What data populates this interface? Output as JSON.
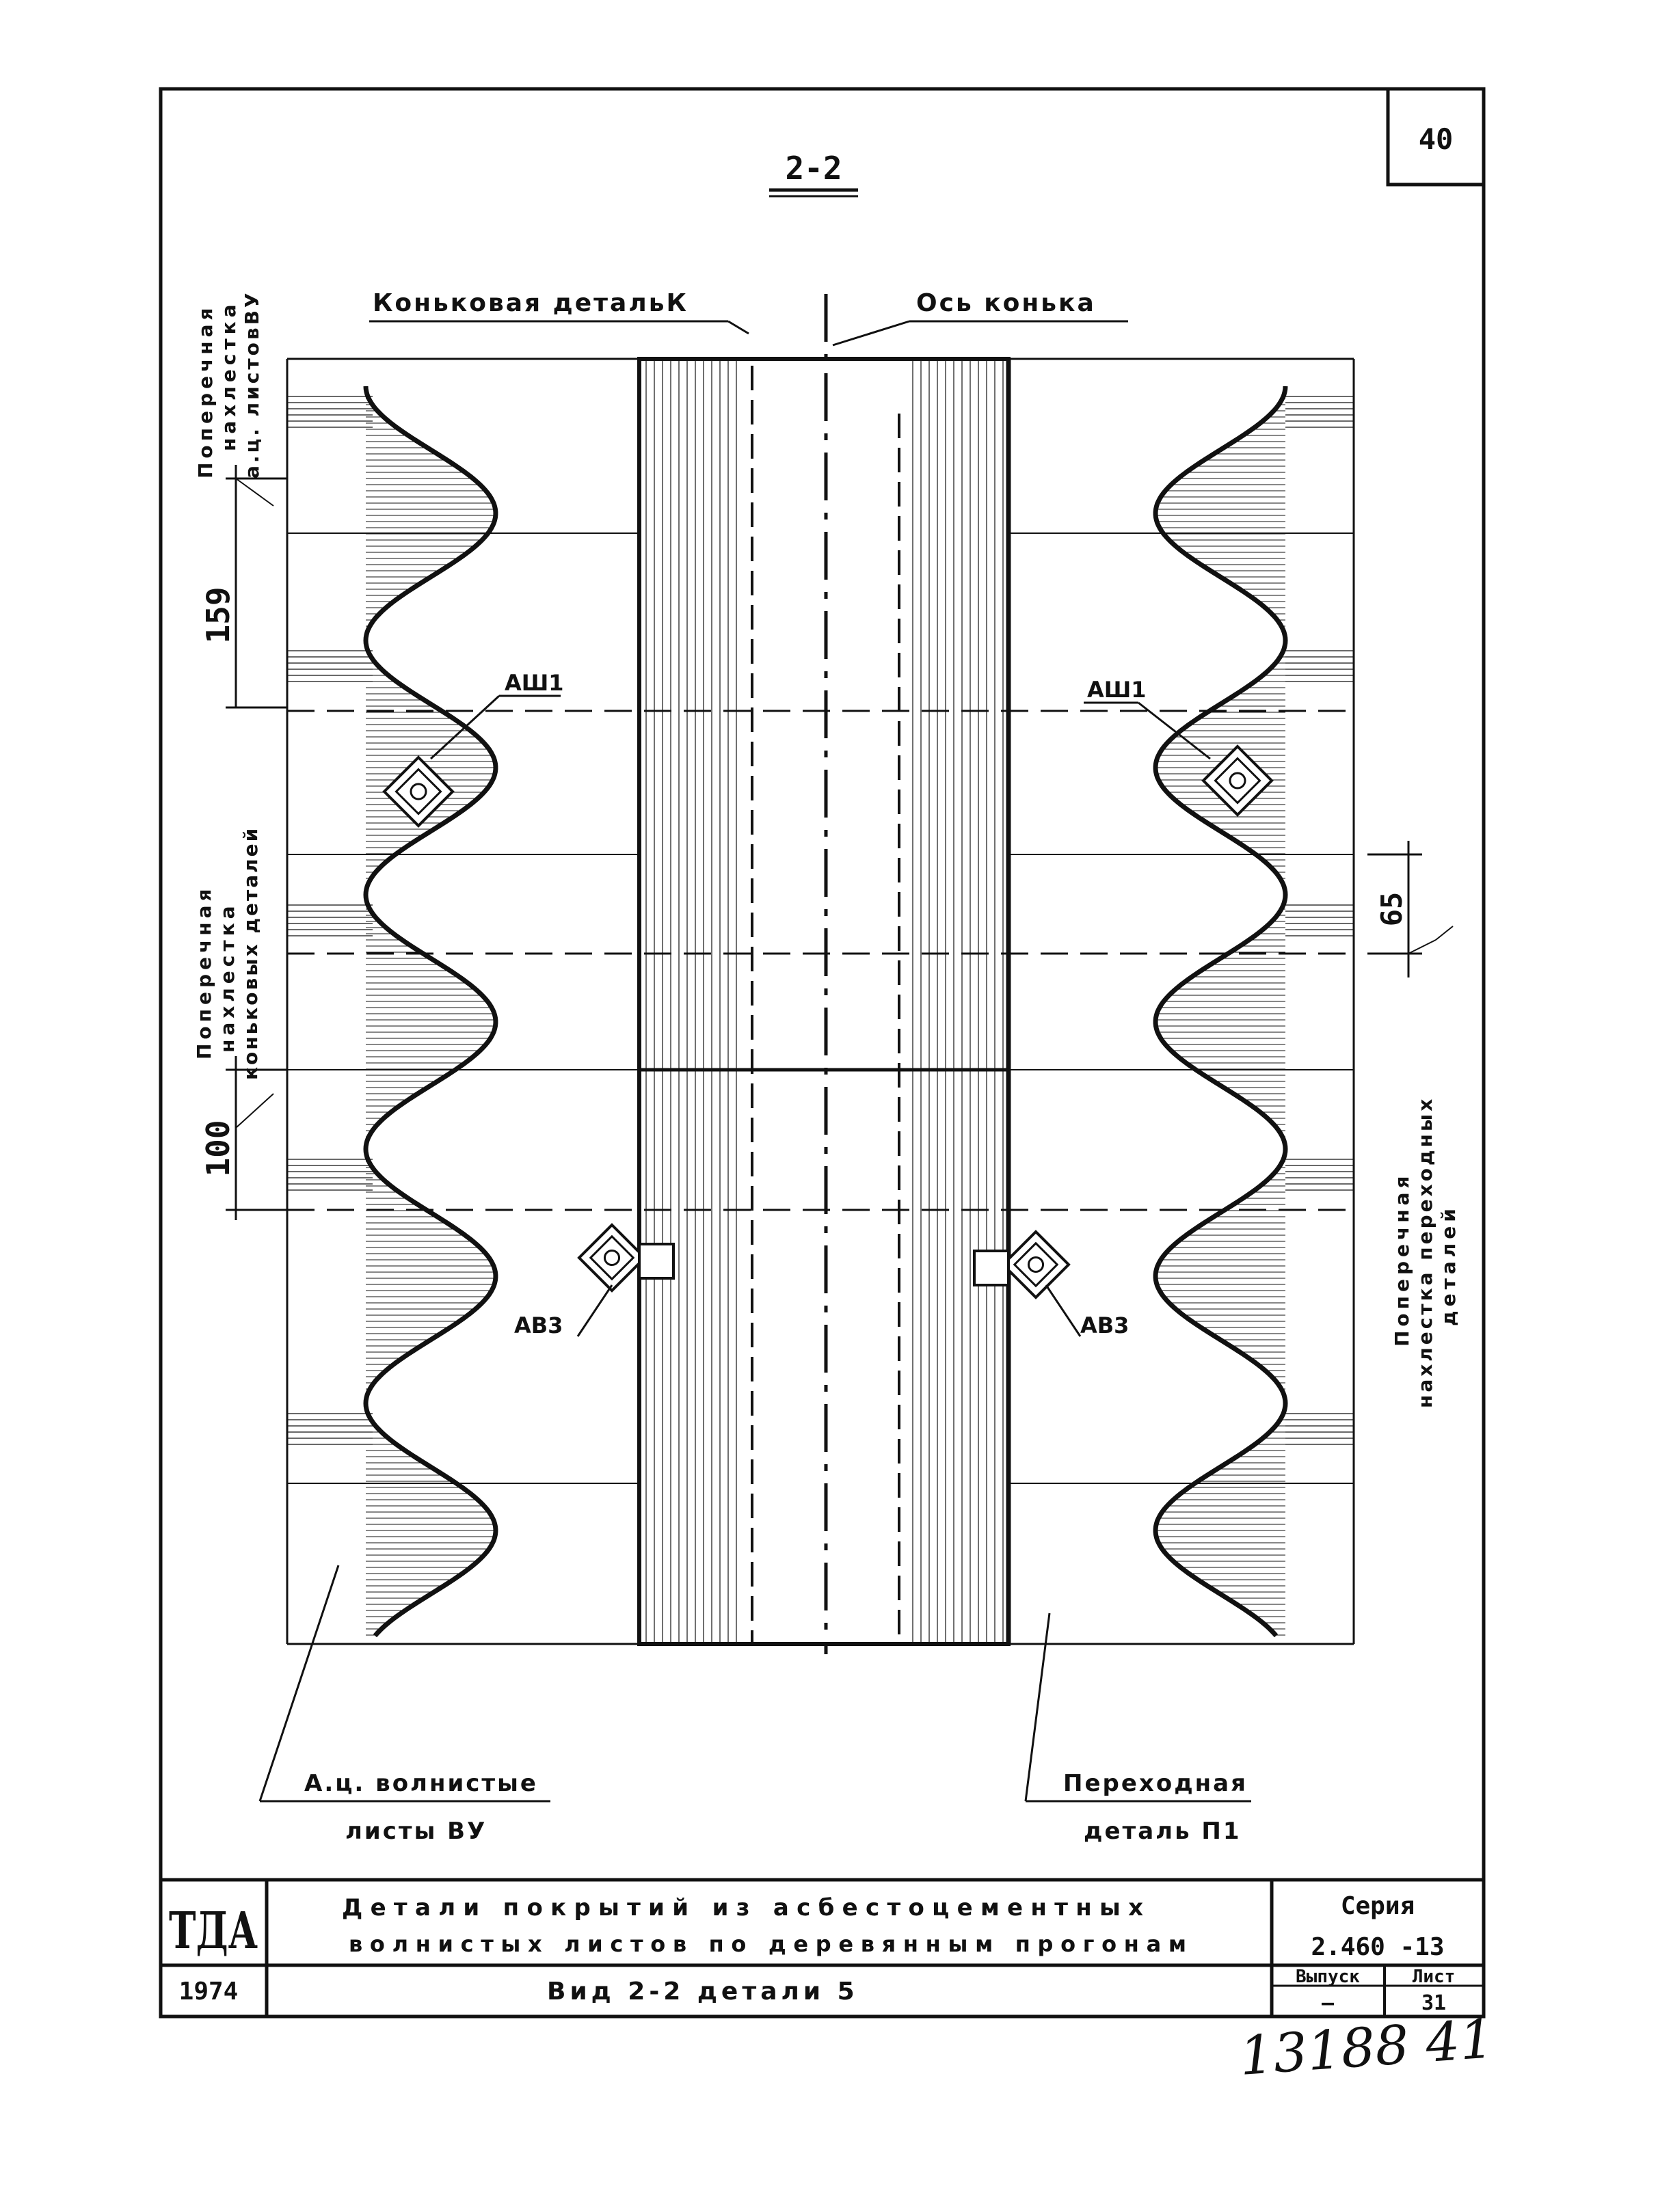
{
  "sheet": {
    "page_number": "40",
    "section_label": "2-2",
    "dim_top": "159",
    "dim_mid": "100",
    "dim_right": "65",
    "handwritten": "13188  41"
  },
  "labels": {
    "ridge_detail": "Коньковая детальК",
    "ridge_axis": "Ось конька",
    "overlap_sheets_1": "Поперечная",
    "overlap_sheets_2": "нахлестка",
    "overlap_sheets_3": "а.ц. листовВУ",
    "overlap_ridge_1": "Поперечная",
    "overlap_ridge_2": "нахлестка",
    "overlap_ridge_3": "коньковых деталей",
    "overlap_trans_1": "Поперечная",
    "overlap_trans_2": "нахлестка переходных",
    "overlap_trans_3": "деталей",
    "bolt_left": "АШ1",
    "bolt_right": "АШ1",
    "mark_left": "АВ3",
    "mark_right": "АВ3",
    "sheets_1": "А.ц. волнистые",
    "sheets_2": "листы ВУ",
    "transition_1": "Переходная",
    "transition_2": "деталь П1"
  },
  "title_block": {
    "logo": "ТДА",
    "title_line1": "Детали покрытий из асбестоцементных",
    "title_line2": "волнистых листов по деревянным прогонам",
    "series_label": "Серия",
    "series_value": "2.460 -13",
    "year": "1974",
    "subtitle": "Вид 2-2 детали 5",
    "issue_label": "Выпуск",
    "issue_value": "—",
    "sheet_label": "Лист",
    "sheet_value": "31"
  }
}
